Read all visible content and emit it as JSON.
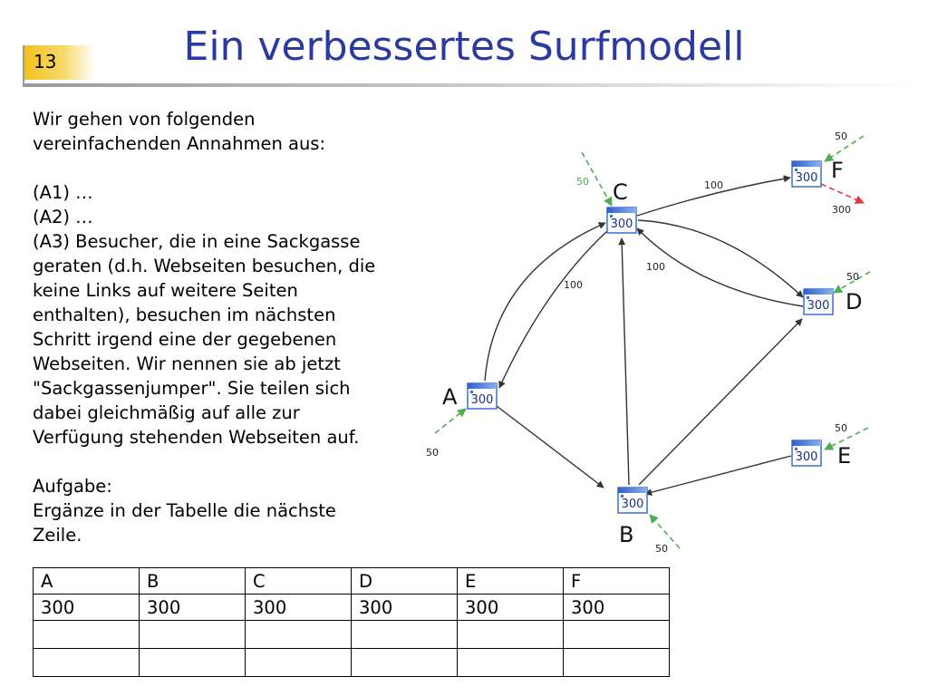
{
  "slide": {
    "number": "13",
    "title": "Ein verbessertes Surfmodell"
  },
  "text": {
    "intro": [
      "Wir gehen von folgenden",
      "vereinfachenden Annahmen aus:"
    ],
    "assumptions": [
      "(A1) …",
      "(A2) …",
      "(A3) Besucher, die in eine Sackgasse",
      "geraten (d.h. Webseiten besuchen, die",
      "keine Links auf weitere Seiten",
      "enthalten), besuchen im nächsten",
      "Schritt irgend eine der gegebenen",
      "Webseiten. Wir nennen sie ab jetzt",
      "\"Sackgassenjumper\". Sie teilen sich",
      "dabei gleichmäßig auf alle zur",
      "Verfügung stehenden Webseiten auf."
    ],
    "task": [
      "Aufgabe:",
      "Ergänze in der Tabelle die nächste",
      "Zeile."
    ]
  },
  "diagram": {
    "nodes": [
      {
        "id": "A",
        "label": "A",
        "value": "300"
      },
      {
        "id": "B",
        "label": "B",
        "value": "300"
      },
      {
        "id": "C",
        "label": "C",
        "value": "300"
      },
      {
        "id": "D",
        "label": "D",
        "value": "300"
      },
      {
        "id": "E",
        "label": "E",
        "value": "300"
      },
      {
        "id": "F",
        "label": "F",
        "value": "300"
      }
    ],
    "edge_labels": {
      "c_f": "100",
      "c_d": "100",
      "c_a": "100",
      "in_c": "50",
      "in_f": "50",
      "out_f": "300",
      "in_d": "50",
      "in_a": "50",
      "in_e": "50",
      "in_b": "50"
    },
    "colors": {
      "incoming": "#4caf50",
      "outgoing": "#e53935",
      "link": "#333333",
      "window_frame": "#3b6fd8"
    }
  },
  "table": {
    "headers": [
      "A",
      "B",
      "C",
      "D",
      "E",
      "F"
    ],
    "rows": [
      [
        "300",
        "300",
        "300",
        "300",
        "300",
        "300"
      ],
      [
        "",
        "",
        "",
        "",
        "",
        ""
      ],
      [
        "",
        "",
        "",
        "",
        "",
        ""
      ]
    ]
  }
}
